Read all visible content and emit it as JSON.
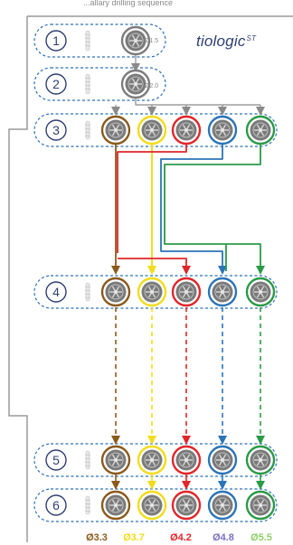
{
  "header": {
    "partial_text": "...allary drilling sequence"
  },
  "brand": {
    "name": "tiologic",
    "suffix": "ST",
    "color": "#2f3f73"
  },
  "steps": [
    {
      "number": "1",
      "diameter_label": "Ø1.5"
    },
    {
      "number": "2",
      "diameter_label": "Ø2.0"
    },
    {
      "number": "3"
    },
    {
      "number": "4"
    },
    {
      "number": "5"
    },
    {
      "number": "6"
    }
  ],
  "diameters": [
    {
      "label": "Ø3.3",
      "color": "#8a5a1c"
    },
    {
      "label": "Ø3.7",
      "color": "#f2dc1c"
    },
    {
      "label": "Ø4.2",
      "color": "#e0262a"
    },
    {
      "label": "Ø4.8",
      "color": "#2b74b8"
    },
    {
      "label": "Ø5.5",
      "color": "#2b9a47"
    }
  ],
  "colors": {
    "frame": "#9a9a9a",
    "dash_border": "#2b6fb5",
    "hub": "#7a7a7a",
    "numeral": "#2f3f73"
  }
}
